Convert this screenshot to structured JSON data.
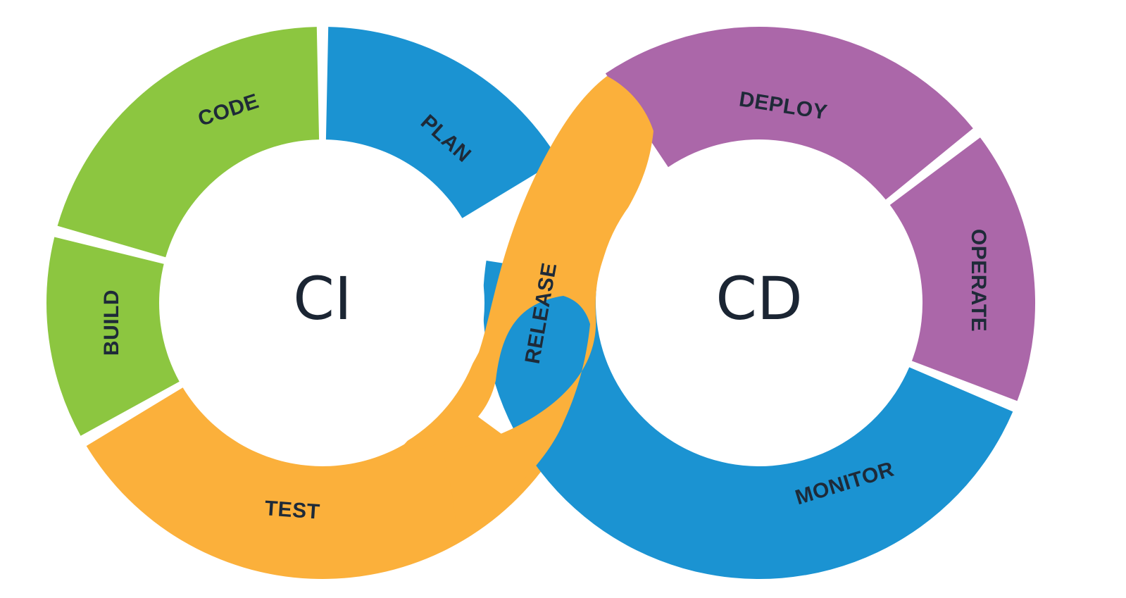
{
  "diagram": {
    "left_loop": {
      "center_label": "CI",
      "stages": [
        {
          "key": "plan",
          "label": "PLAN",
          "color": "#1b93d2"
        },
        {
          "key": "code",
          "label": "CODE",
          "color": "#8cc640"
        },
        {
          "key": "build",
          "label": "BUILD",
          "color": "#8cc640"
        },
        {
          "key": "test",
          "label": "TEST",
          "color": "#fbb03b"
        }
      ]
    },
    "bridge": {
      "key": "release",
      "label": "RELEASE",
      "color": "#fbb03b"
    },
    "right_loop": {
      "center_label": "CD",
      "stages": [
        {
          "key": "deploy",
          "label": "DEPLOY",
          "color": "#ab67a9"
        },
        {
          "key": "operate",
          "label": "OPERATE",
          "color": "#ab67a9"
        },
        {
          "key": "monitor",
          "label": "MONITOR",
          "color": "#1b93d2"
        }
      ]
    }
  }
}
